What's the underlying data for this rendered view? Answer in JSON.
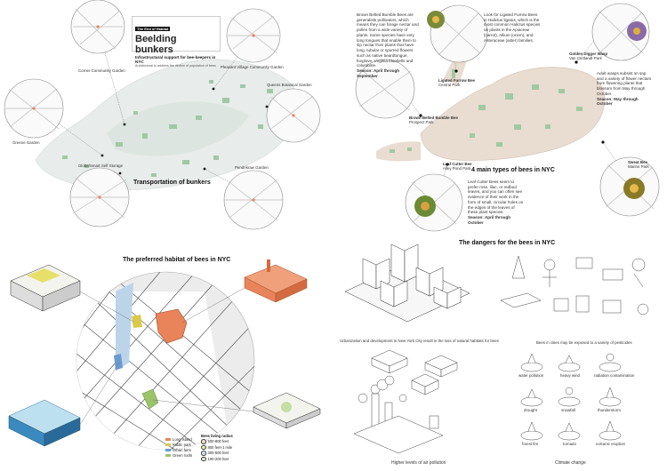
{
  "panel1": {
    "tag": "The End of Habitat",
    "title": "Beelding bunkers",
    "subtitle": "Infrastructural support for bee-keepers in NYC",
    "small": "Architectural to address the decline of population of bees",
    "locations": [
      "Corner Community Garden",
      "Pleasant Village Community Garden",
      "Queens Botanical Garden",
      "Greene Garden",
      "Globe/Smart Self Storage",
      "Pendekraw Garden"
    ],
    "caption": "Transportation of bunkers"
  },
  "panel2": {
    "intro": "Brown Belted Bumble Bees are generalists pollinators, which means they can forage nectar and pollen from a wide variety of plants. Some species have very long tongues that enable them to sip nectar from plants that have long, tubular or spurred flowers such as native beardtongue, foxglove, Virginia bluebells and columbine.",
    "intro_season": "Season: April through September",
    "furrow_text": "Look for Ligated Furrow Bees in Halictus ligatus, which is the most common Halictus species on plants in the Apiaceae (carrot), Allium (onion), and Asteraceae (aster) families.",
    "wasp_name": "Golden Digger Wasp",
    "wasp_loc": "Van Cortlandt Park",
    "wasp_text": "Adult wasps subsist on sap and a variety of flower nectars from flowering plants that blossom from May through October.",
    "wasp_season": "Season: May through October",
    "furrow_name": "Ligated Furrow Bee",
    "furrow_loc": "Central Park",
    "bumble_name": "Brown Belted Bumble Bee",
    "bumble_loc": "Prospect Park",
    "leaf_name": "Leaf Cutter Bee",
    "leaf_loc": "Alley Pond Park",
    "sweat_name": "Sweat Bee",
    "sweat_loc": "Marine Park",
    "caption": "4 main types of bees in NYC",
    "leaf_text": "Leaf Cutter Bees seem to prefer rose, lilac, or redbud leaves, and you can often see evidence of their work in the form of small, circular holes on the edges of the leaves of these plant species.",
    "leaf_season": "Season: April through October"
  },
  "panel3": {
    "caption": "The preferred habitat of bees in NYC",
    "legend_left": [
      {
        "label": "Long Island",
        "color": "#e8835a"
      },
      {
        "label": "Public park",
        "color": "#d9c94a"
      },
      {
        "label": "Urban farm",
        "color": "#6a9ad0"
      },
      {
        "label": "Green roofs",
        "color": "#9bc46a"
      }
    ],
    "legend_title": "Bees living radius",
    "legend_right": [
      "500-800 feet",
      "800 feet-1 mile",
      "300-500 feet",
      "100-200 feet"
    ]
  },
  "panel4": {
    "caption": "The dangers for the bees in NYC",
    "urban_text": "Urbanization and development in New York City result in the loss of natural habitats for bees",
    "pesticide_text": "Bees in cities may be exposed to a variety of pesticides",
    "air_caption": "Higher levels of air pollution",
    "climate_caption": "Climate change",
    "hazards": [
      "water pollution",
      "heavy wind",
      "radiation contamination",
      "drought",
      "snowfall",
      "thunderstorm",
      "forest fire",
      "tornado",
      "volcanic eruption"
    ]
  },
  "colors": {
    "map_fill": "#e9dcd0",
    "park_green": "#9fc9a4",
    "accent_orange": "#e8835a"
  }
}
